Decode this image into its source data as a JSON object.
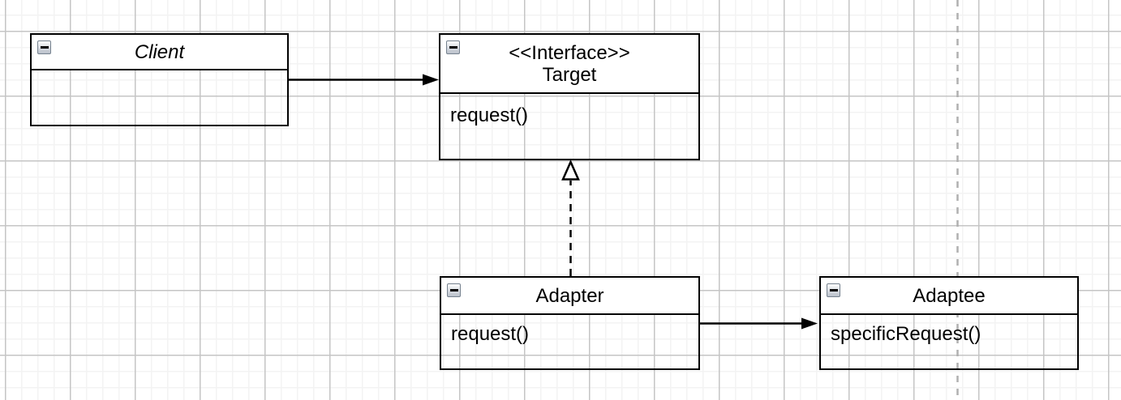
{
  "diagram": {
    "classes": [
      {
        "title": "Client",
        "stereotype": "",
        "members": []
      },
      {
        "title": "Target",
        "stereotype": "<<Interface>>",
        "members": [
          "request()"
        ]
      },
      {
        "title": "Adapter",
        "stereotype": "",
        "members": [
          "request()"
        ]
      },
      {
        "title": "Adaptee",
        "stereotype": "",
        "members": [
          "specificRequest()"
        ]
      }
    ],
    "connectors": [
      {
        "from": "Client",
        "to": "Target",
        "type": "directed-association",
        "line": "solid",
        "arrowhead": "filled-triangle"
      },
      {
        "from": "Adapter",
        "to": "Target",
        "type": "realization",
        "line": "dashed",
        "arrowhead": "hollow-triangle"
      },
      {
        "from": "Adapter",
        "to": "Adaptee",
        "type": "directed-association",
        "line": "solid",
        "arrowhead": "filled-triangle"
      }
    ],
    "icons": {
      "collapse": "minus-icon"
    },
    "colors": {
      "box_border": "#000000",
      "box_header_fill": "#ffffff",
      "text": "#000000",
      "grid_minor": "#f3f3f3",
      "grid_major": "#c5c5c5",
      "page_boundary": "#b0b0b0"
    }
  }
}
